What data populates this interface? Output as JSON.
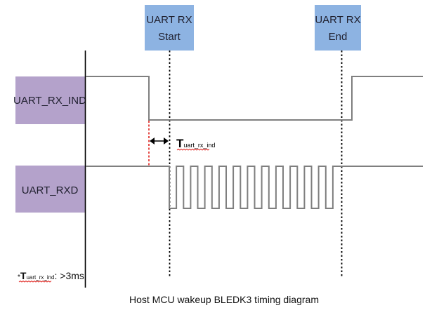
{
  "colors": {
    "signal_box": "#b4a2cb",
    "event_box": "#8db3e2",
    "waveform": "#7f7f7f",
    "axis": "#000000",
    "marker_line": "#000000",
    "timing_marker": "#e0201b",
    "squiggle": "#e0201b"
  },
  "signals": [
    {
      "name": "UART_RX_IND"
    },
    {
      "name": "UART_RXD"
    }
  ],
  "events": [
    {
      "line1": "UART RX",
      "line2": "Start"
    },
    {
      "line1": "UART RX",
      "line2": "End"
    }
  ],
  "timing_label": {
    "main": "T",
    "sub": "uart_rx_ind"
  },
  "footnote": {
    "prefix": "*",
    "main": "T",
    "sub": "uart_rx_ind",
    "suffix": ": >3ms"
  },
  "caption": "Host MCU wakeup BLEDK3  timing diagram",
  "waveforms": {
    "uart_rx_ind": {
      "initial": "high",
      "transitions": [
        "fall-before-start",
        "rise-after-end"
      ]
    },
    "uart_rxd": {
      "initial": "high",
      "pulse_count": 12,
      "final": "high"
    }
  }
}
